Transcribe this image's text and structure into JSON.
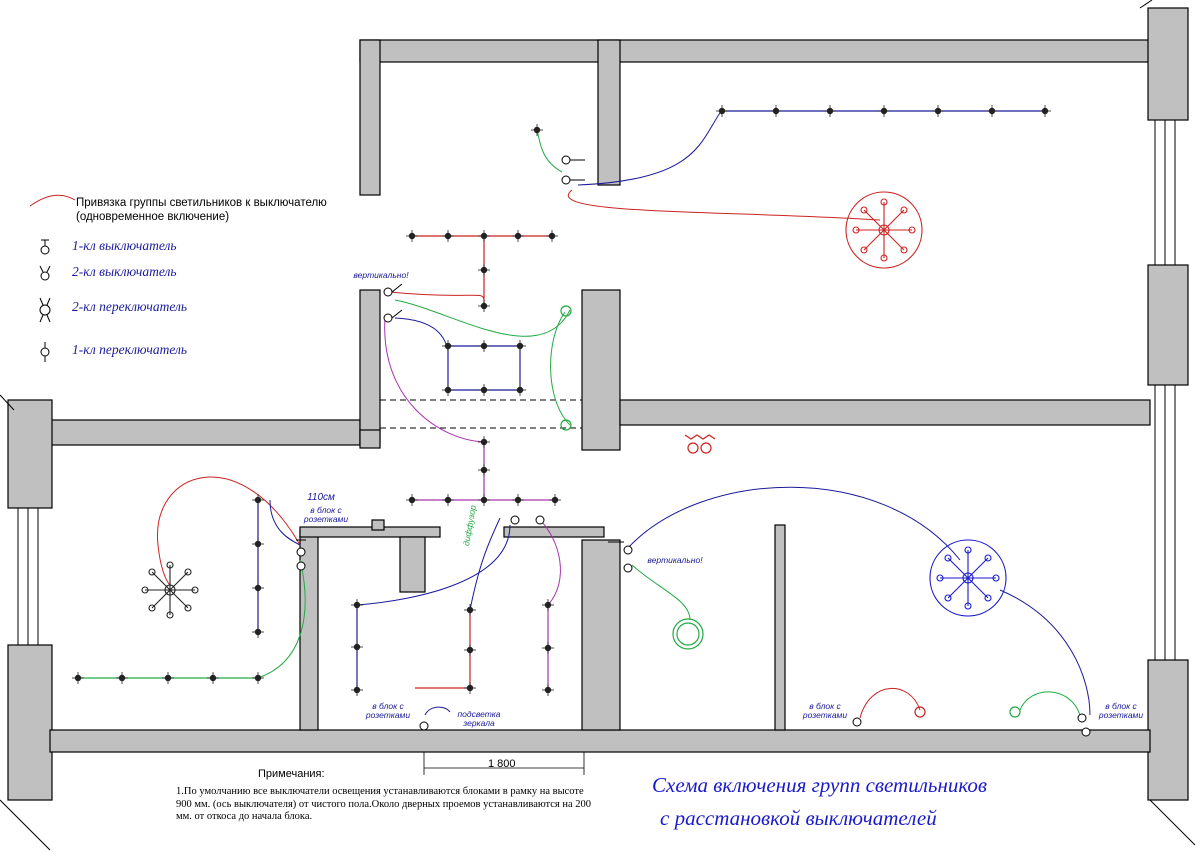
{
  "legend": {
    "group_title_line1": "Привязка группы светильников к выключателю",
    "group_title_line2": "(одновременное включение)",
    "items": [
      "1-кл выключатель",
      "2-кл выключатель",
      "2-кл переключатель",
      "1-кл переключатель"
    ]
  },
  "labels": {
    "vertical_top": "вертикально!",
    "vertical_right": "вертикально!",
    "height_110": "110см",
    "socket_block_left": "в блок с розетками",
    "socket_block_bath": "в блок с розетками",
    "socket_block_right1": "в блок с розетками",
    "socket_block_right2": "в блок с розетками",
    "mirror_light": "подсветка зеркала",
    "diffuser": "диффузор"
  },
  "dimension": "1 800",
  "notes": {
    "heading": "Примечания:",
    "text": "1.По умолчанию все выключатели освещения устанавливаются блоками в рамку на высоте 900 мм. (ось выключателя) от чистого пола.Около дверных проемов устанавливаются на 200 мм. от откоса до начала блока."
  },
  "title": {
    "line1": "Схема включения групп светильников",
    "line2": "с расстановкой выключателей"
  },
  "colors": {
    "red": "#cc2222",
    "blue": "#1a1a9a",
    "green": "#22aa44",
    "magenta": "#aa33aa",
    "wall": "#c0c0c0"
  }
}
